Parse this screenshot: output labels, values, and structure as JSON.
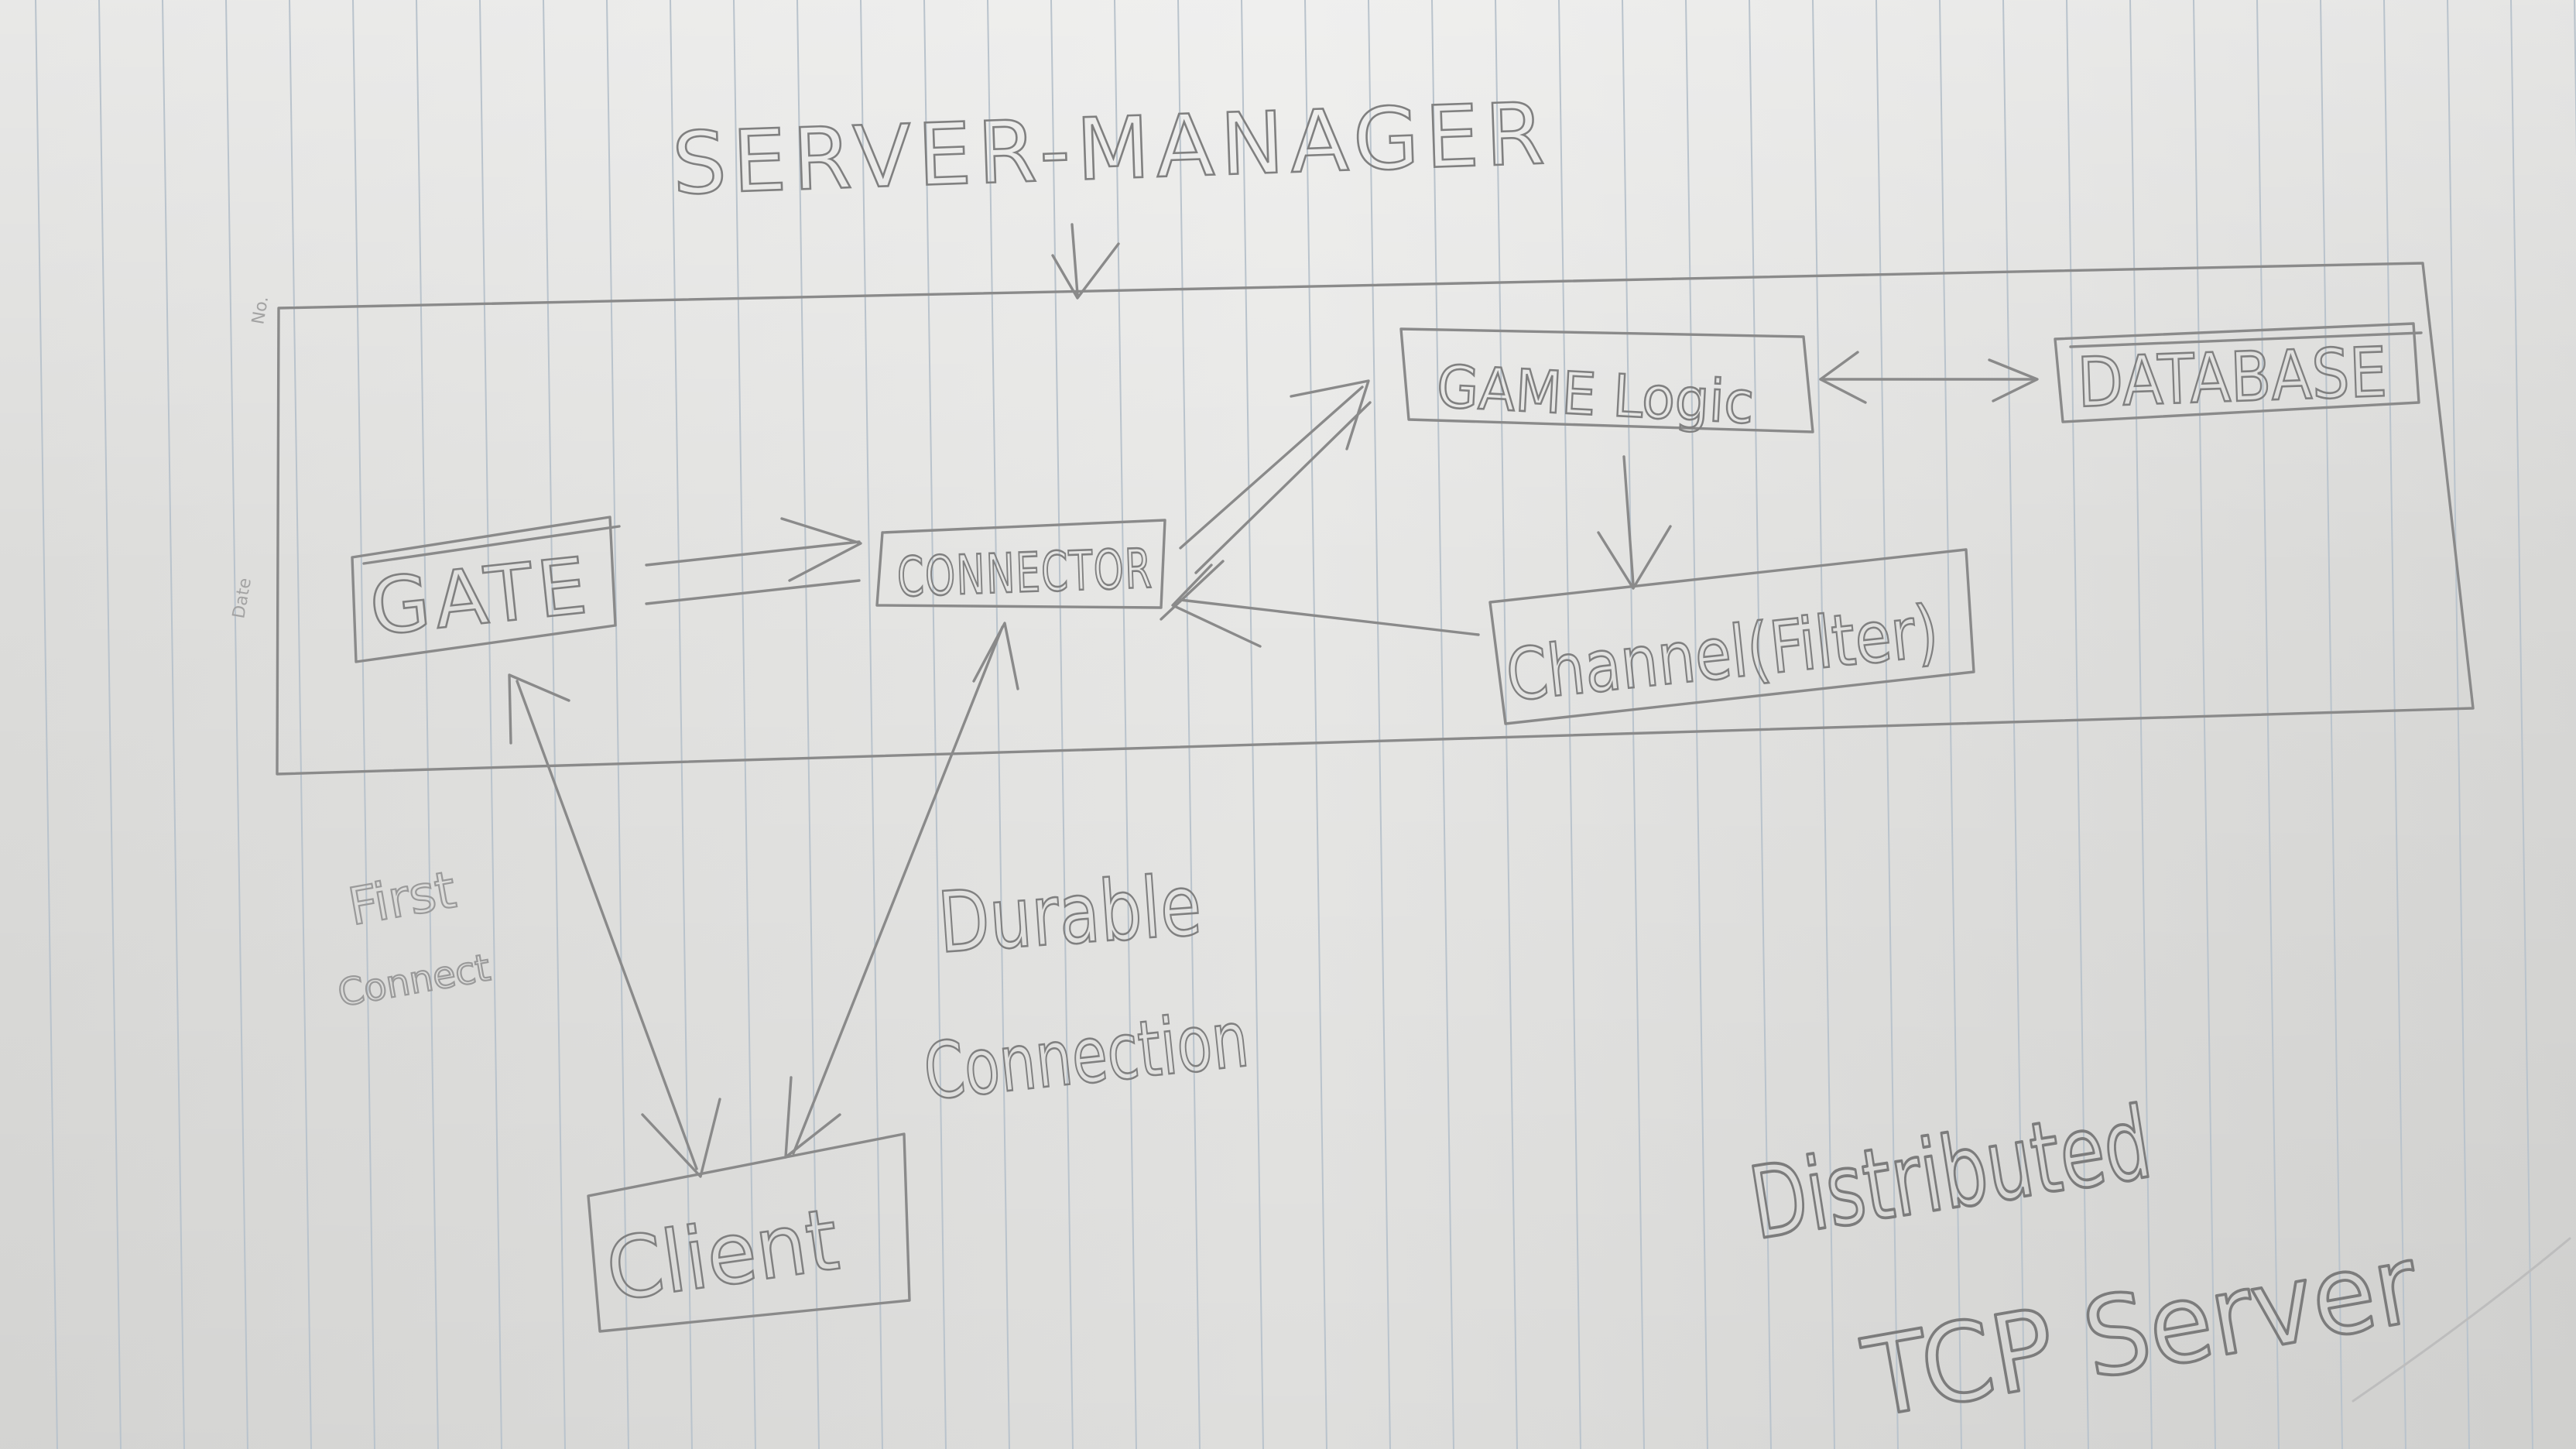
{
  "diagram": {
    "title": "SERVER-MANAGER",
    "nodes": {
      "gate": "GATE",
      "connector": "CONNECTOR",
      "game_logic": "GAME Logic",
      "database": "DATABASE",
      "channel": "Channel(Filter)",
      "client": "Client"
    },
    "edge_labels": {
      "first_connect": [
        "First",
        "Connect"
      ],
      "durable_connection": [
        "Durable",
        "Connection"
      ]
    },
    "caption": [
      "Distributed",
      "TCP Server"
    ]
  },
  "margin": {
    "no_label": "No.",
    "date_label": "Date"
  },
  "colors": {
    "pencil": "#8a8a8a",
    "paper": "#e3e3e1",
    "ruled_line": "#b9c3cc"
  }
}
